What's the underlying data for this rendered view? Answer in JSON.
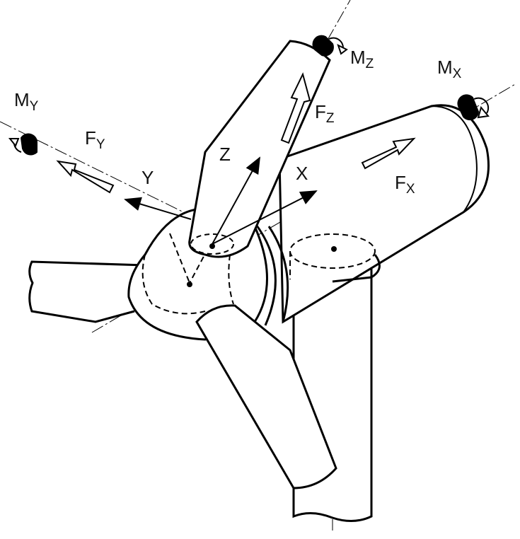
{
  "labels": {
    "my": {
      "main": "M",
      "sub": "Y"
    },
    "fy": {
      "main": "F",
      "sub": "Y"
    },
    "y": "Y",
    "z": "Z",
    "mz": {
      "main": "M",
      "sub": "Z"
    },
    "fz": {
      "main": "F",
      "sub": "Z"
    },
    "x": "X",
    "mx": {
      "main": "M",
      "sub": "X"
    },
    "fx": {
      "main": "F",
      "sub": "X"
    }
  },
  "colors": {
    "stroke": "#000000",
    "background": "#ffffff"
  }
}
